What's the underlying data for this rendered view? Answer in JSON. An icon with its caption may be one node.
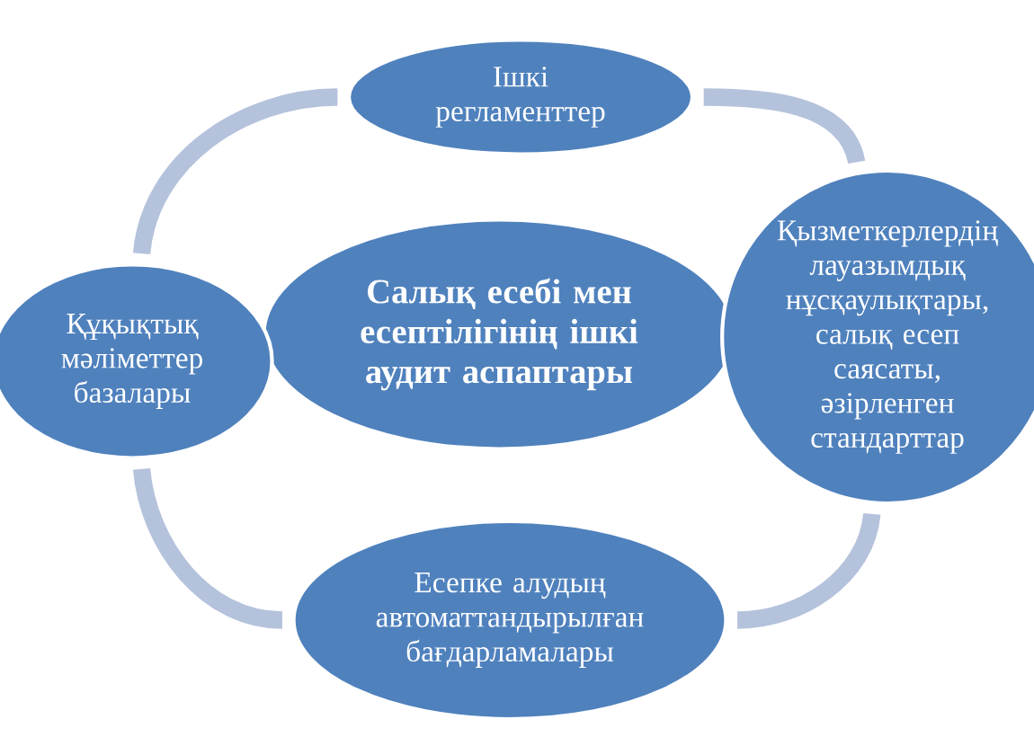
{
  "diagram": {
    "nodes": [
      {
        "text": [
          "Салық есебі мен есептілігінің ішкі аудит аспаптары"
        ]
      },
      {
        "text": [
          "Ішкі регламенттер"
        ]
      },
      {
        "text": [
          "Қызметкерлердің лауазымдық нұсқаулықтары, салық есеп саясаты, әзірленген стандарттар"
        ]
      },
      {
        "text": [
          "Есепке алудың автоматтандырылған бағдарламалары"
        ]
      },
      {
        "text": [
          "Құқықтық мәліметтер базалары"
        ]
      }
    ],
    "edges": [
      {
        "from": 1,
        "to": 2,
        "arrow": "none"
      },
      {
        "from": 2,
        "to": 3,
        "arrow": "none"
      },
      {
        "from": 3,
        "to": 4,
        "arrow": "none"
      },
      {
        "from": 4,
        "to": 1,
        "arrow": "none"
      }
    ]
  }
}
